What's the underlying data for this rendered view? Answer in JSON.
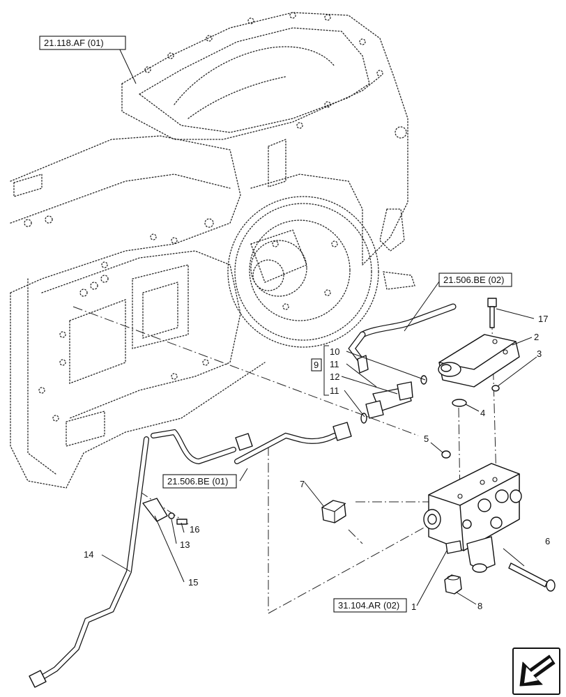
{
  "references": {
    "transmission_housing": "21.118.AF (01)",
    "pipe_upper": "21.506.BE (02)",
    "pipe_lower": "21.506.BE (01)",
    "valve_block": "31.104.AR (02)"
  },
  "callouts": {
    "c1": "1",
    "c2": "2",
    "c3": "3",
    "c4": "4",
    "c5": "5",
    "c6": "6",
    "c7": "7",
    "c8": "8",
    "c9": "9",
    "c10": "10",
    "c11a": "11",
    "c11b": "11",
    "c12": "12",
    "c13": "13",
    "c14": "14",
    "c15": "15",
    "c16": "16",
    "c17": "17"
  },
  "nav_icon": "arrow-left-down-icon"
}
